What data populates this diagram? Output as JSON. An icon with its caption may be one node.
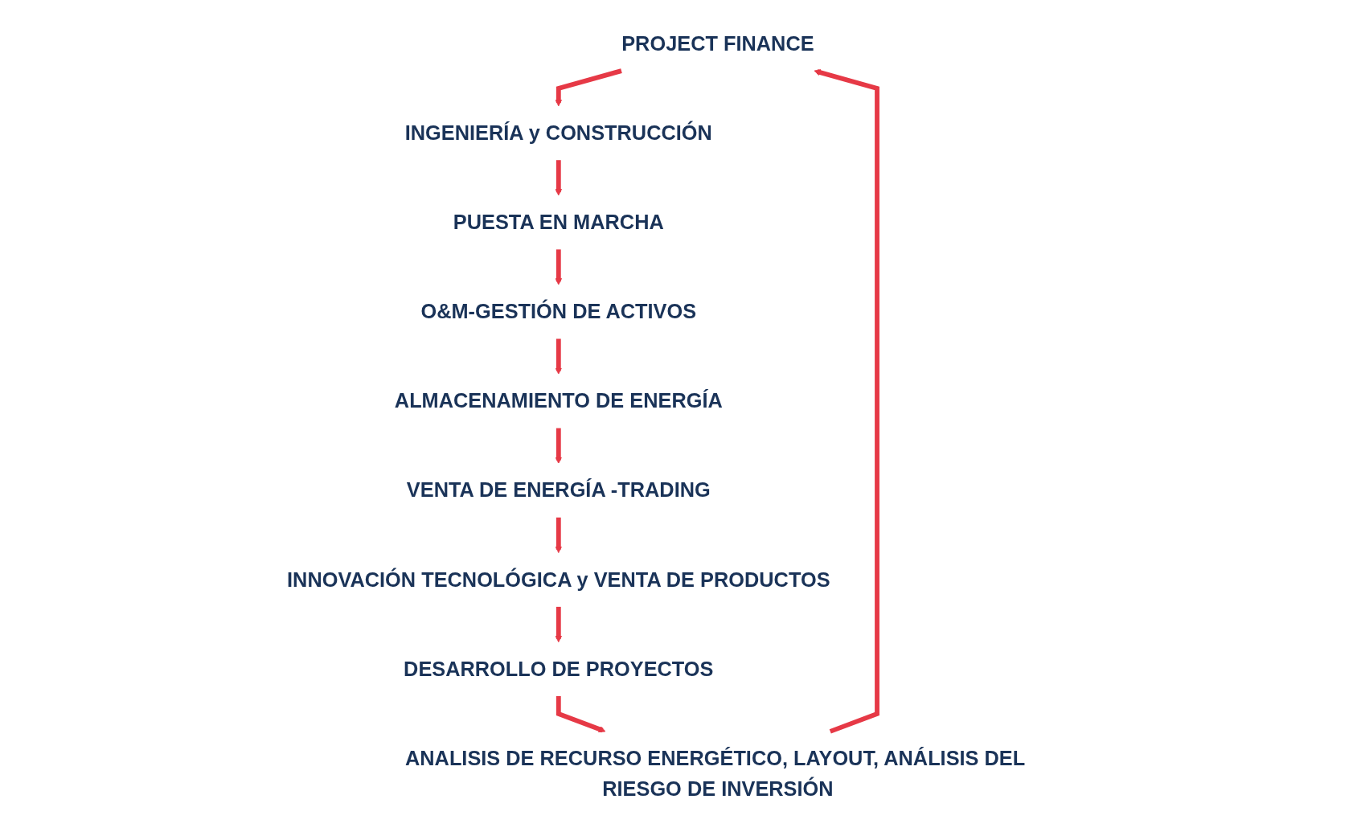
{
  "diagram": {
    "nodes": [
      {
        "text": [
          "PROJECT FINANCE"
        ]
      },
      {
        "text": [
          "INGENIERÍA y CONSTRUCCIÓN"
        ]
      },
      {
        "text": [
          "PUESTA EN MARCHA"
        ]
      },
      {
        "text": [
          "O&M-GESTIÓN DE ACTIVOS"
        ]
      },
      {
        "text": [
          "ALMACENAMIENTO DE ENERGÍA"
        ]
      },
      {
        "text": [
          "VENTA DE ENERGÍA -TRADING"
        ]
      },
      {
        "text": [
          "INNOVACIÓN TECNOLÓGICA y VENTA DE PRODUCTOS"
        ]
      },
      {
        "text": [
          "DESARROLLO DE PROYECTOS"
        ]
      },
      {
        "text": [
          "ANALISIS DE RECURSO ENERGÉTICO, LAYOUT, ANÁLISIS DEL RIESGO DE INVERSIÓN"
        ]
      }
    ],
    "edges": [
      {
        "from": 0,
        "to": 1,
        "arrow": "to"
      },
      {
        "from": 1,
        "to": 2,
        "arrow": "to"
      },
      {
        "from": 2,
        "to": 3,
        "arrow": "to"
      },
      {
        "from": 3,
        "to": 4,
        "arrow": "to"
      },
      {
        "from": 4,
        "to": 5,
        "arrow": "to"
      },
      {
        "from": 5,
        "to": 6,
        "arrow": "to"
      },
      {
        "from": 6,
        "to": 7,
        "arrow": "to"
      },
      {
        "from": 7,
        "to": 8,
        "arrow": "to"
      },
      {
        "from": 8,
        "to": 0,
        "arrow": "to"
      }
    ]
  }
}
